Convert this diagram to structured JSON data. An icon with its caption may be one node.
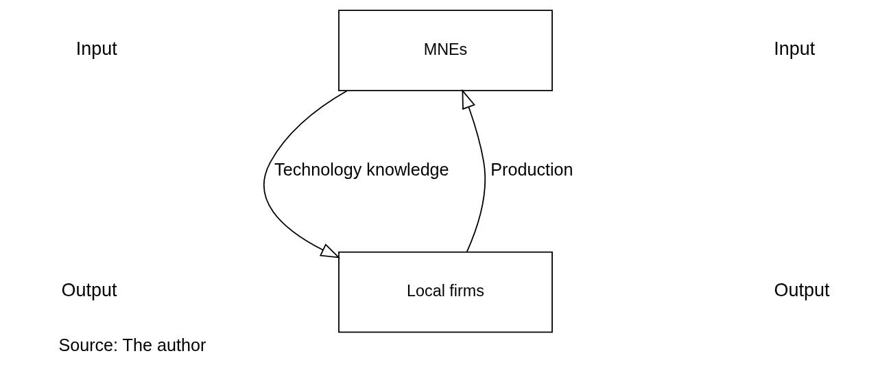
{
  "diagram": {
    "caption": "Source: The author",
    "nodes": [
      {
        "text": [
          "MNEs"
        ]
      },
      {
        "text": [
          "Local firms"
        ]
      }
    ],
    "edges": [
      {
        "from": 1,
        "to": 0,
        "arrow": "to",
        "label": "Production"
      },
      {
        "from": 0,
        "to": 1,
        "arrow": "to",
        "label": "Technology knowledge"
      }
    ],
    "labels": [
      "Input",
      "Input",
      "Output",
      "Output"
    ]
  }
}
